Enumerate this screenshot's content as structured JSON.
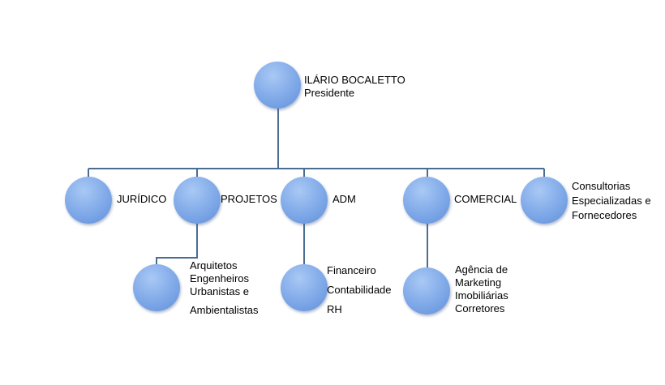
{
  "colors": {
    "node": "#6b9be0",
    "connector": "#4a6d94"
  },
  "root": {
    "name": "ILÁRIO BOCALETTO",
    "role": "Presidente"
  },
  "departments": {
    "juridico": "JURÍDICO",
    "projetos": "PROJETOS",
    "adm": "ADM",
    "comercial": "COMERCIAL",
    "consultorias": [
      "Consultorias",
      "Especializadas e",
      "Fornecedores"
    ]
  },
  "sub": {
    "projetos": [
      "Arquitetos",
      "Engenheiros",
      "Urbanistas e",
      "Ambientalistas"
    ],
    "adm": [
      "Financeiro",
      "Contabilidade",
      "RH"
    ],
    "comercial": [
      "Agência de",
      "Marketing",
      "Imobiliárias",
      "Corretores"
    ]
  }
}
